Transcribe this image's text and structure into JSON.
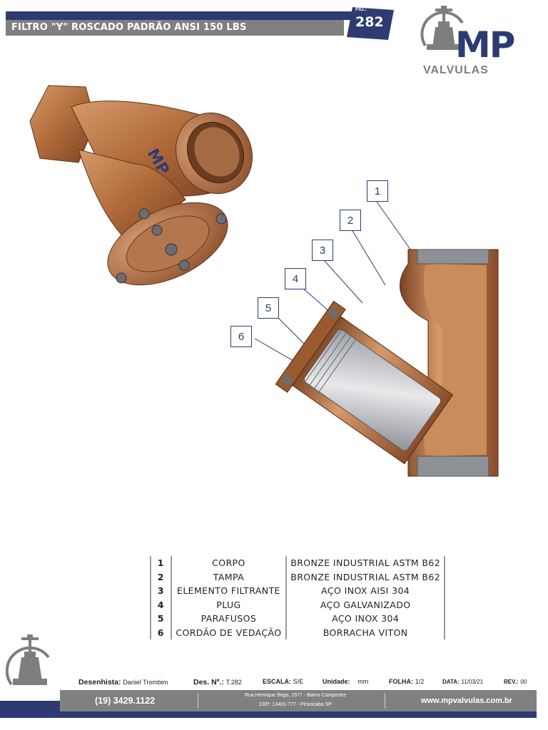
{
  "header": {
    "title": "FILTRO \"Y\" ROSCADO PADRÃO ANSI 150 LBS",
    "fig_label": "FIG.:",
    "fig_number": "282"
  },
  "logo": {
    "mark": "MP",
    "subtitle": "VALVULAS"
  },
  "callouts": [
    "1",
    "2",
    "3",
    "4",
    "5",
    "6"
  ],
  "parts": [
    {
      "n": "1",
      "desc": "CORPO",
      "material": "BRONZE INDUSTRIAL ASTM B62"
    },
    {
      "n": "2",
      "desc": "TAMPA",
      "material": "BRONZE INDUSTRIAL ASTM B62"
    },
    {
      "n": "3",
      "desc": "ELEMENTO FILTRANTE",
      "material": "AÇO INOX AISI 304"
    },
    {
      "n": "4",
      "desc": "PLUG",
      "material": "AÇO GALVANIZADO"
    },
    {
      "n": "5",
      "desc": "PARAFUSOS",
      "material": "AÇO INOX 304"
    },
    {
      "n": "6",
      "desc": "CORDÃO DE VEDAÇÃO",
      "material": "BORRACHA VITON"
    }
  ],
  "title_block": {
    "drawer_label": "Desenhista:",
    "drawer": "Daniel Trombim",
    "des_label": "Des. Nº.:",
    "des": "T.282",
    "scale_label": "ESCALA:",
    "scale": "S/E",
    "unit_label": "Unidade:",
    "unit": "mm",
    "sheet_label": "FOLHA:",
    "sheet": "1/2",
    "date_label": "DATA:",
    "date": "11/03/21",
    "rev_label": "REV.:",
    "rev": "00"
  },
  "footer": {
    "phone": "(19) 3429.1122",
    "address_line1": "Rua Henrique Bego, 1577 - Bairro Campestre",
    "address_line2": "CEP: 13401-777 - Piracicaba SP",
    "website": "www.mpvalvulas.com.br"
  },
  "colors": {
    "navy": "#2e3b73",
    "grey": "#808081",
    "bronze": "#b06a3a"
  }
}
